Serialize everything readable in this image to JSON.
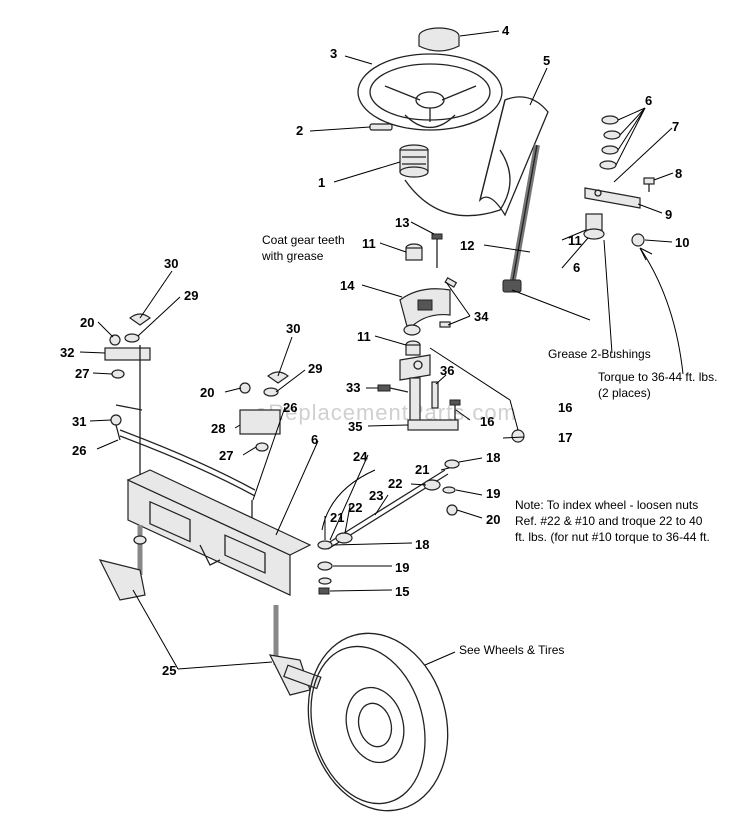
{
  "watermark": "eReplacementParts.com",
  "notes": {
    "coat_line1": "Coat gear teeth",
    "coat_line2": "with grease",
    "grease": "Grease 2-Bushings",
    "torque_line1": "Torque to 36-44 ft. lbs.",
    "torque_line2": "(2 places)",
    "index_line1": "Note: To index wheel - loosen nuts",
    "index_line2": "Ref. #22 & #10 and troque 22 to 40",
    "index_line3": "ft. lbs. (for nut #10 torque to 36-44 ft.",
    "wheels": "See Wheels & Tires"
  },
  "callouts": [
    "1",
    "2",
    "3",
    "4",
    "5",
    "6",
    "6",
    "6",
    "7",
    "8",
    "9",
    "10",
    "11",
    "11",
    "11",
    "12",
    "13",
    "14",
    "15",
    "16",
    "16",
    "17",
    "18",
    "18",
    "19",
    "19",
    "20",
    "20",
    "20",
    "21",
    "21",
    "22",
    "22",
    "23",
    "24",
    "25",
    "26",
    "26",
    "27",
    "27",
    "28",
    "29",
    "29",
    "30",
    "30",
    "31",
    "32",
    "33",
    "34",
    "35",
    "36"
  ]
}
